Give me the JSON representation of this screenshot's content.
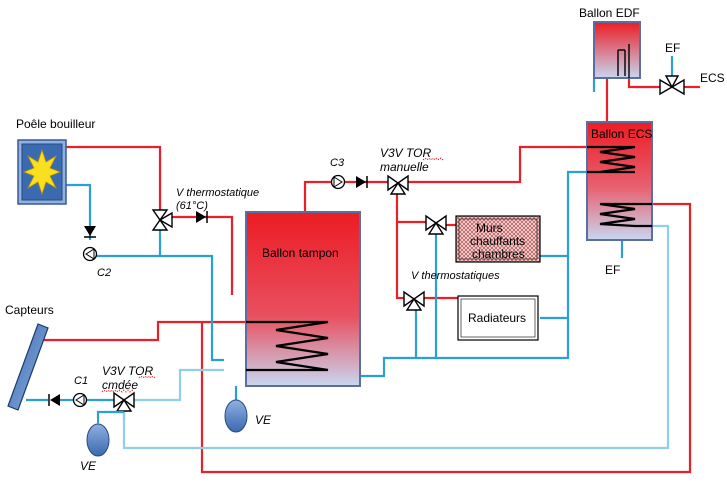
{
  "colors": {
    "hot_pipe": "#e8202a",
    "cold_pipe": "#2aa0d8",
    "return_pipe": "#8fd0e8",
    "tank_top": "#e8202a",
    "tank_bottom": "#c8d8f0",
    "tank_border": "#5a6fa0",
    "wall_heating_fill": "#e8b4b4",
    "expansion_vessel": "#6a8fc8"
  },
  "components": {
    "poele": "Poêle bouilleur",
    "capteurs": "Capteurs",
    "ballon_tampon": "Ballon tampon",
    "ballon_ecs": "Ballon ECS",
    "ballon_edf": "Ballon EDF",
    "murs_line1": "Murs",
    "murs_line2": "chauffants",
    "murs_line3": "chambres",
    "radiateurs": "Radiateurs"
  },
  "labels": {
    "c1": "C1",
    "c2": "C2",
    "c3": "C3",
    "ve_left": "VE",
    "ve_center": "VE",
    "ef_top": "EF",
    "ef_bottom": "EF",
    "ecs": "ECS",
    "v_thermo_line1": "V thermostatique",
    "v_thermo_line2": "(61°C)",
    "v3v_manuelle_line1": "V3V TOR",
    "v3v_manuelle_line2": "manuelle",
    "v_thermostatiques": "V thermostatiques",
    "v3v_cmdee_line1": "V3V TOR",
    "v3v_cmdee_line2": "cmdée"
  }
}
